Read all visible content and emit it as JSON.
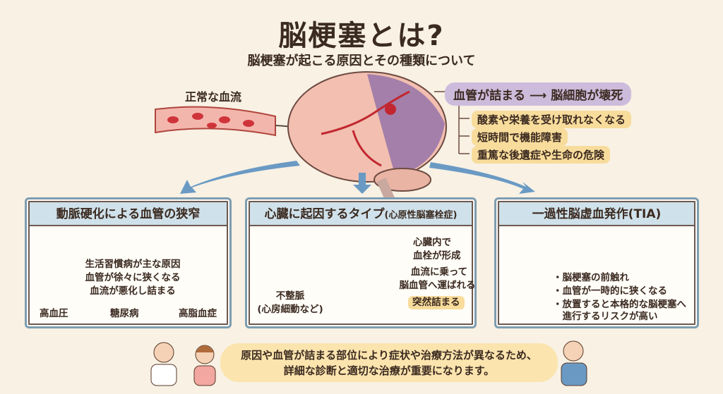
{
  "header": {
    "title": "脳梗塞とは?",
    "subtitle": "脳梗塞が起こる原因とその種類について"
  },
  "top": {
    "normal_flow_label": "正常な血流",
    "main_effect": "血管が詰まる ⟶ 脳細胞が壊死",
    "effects": [
      "酸素や栄養を受け取れなくなる",
      "短時間で機能障害",
      "重篤な後遺症や生命の危険"
    ]
  },
  "panels": [
    {
      "title": "動脈硬化による血管の狭窄",
      "lines": [
        "生活習慣病が主な原因",
        "血管が徐々に狭くなる",
        "血流が悪化し詰まる"
      ],
      "causes": [
        "高血圧",
        "糖尿病",
        "高脂血症"
      ]
    },
    {
      "title": "心臓に起因するタイプ",
      "title_note": "(心原性脳塞栓症)",
      "arrhythmia": "不整脈",
      "arrhythmia_note": "(心房細動など)",
      "clot_formed": [
        "心臓内で",
        "血栓が形成"
      ],
      "carried": [
        "血流に乗って",
        "脳血管へ運ばれる"
      ],
      "sudden": "突然詰まる"
    },
    {
      "title": "一過性脳虚血発作(TIA)",
      "bullets": [
        "・脳梗塞の前触れ",
        "・血管が一時的に狭くなる",
        "・放置すると本格的な脳梗塞へ",
        "　進行するリスクが高い"
      ]
    }
  ],
  "footer": {
    "lines": [
      "原因や血管が詰まる部位により症状や治療方法が異なるため、",
      "詳細な診断と適切な治療が重要になります。"
    ]
  },
  "colors": {
    "background": "#f8f1e4",
    "panel_header": "#cfe1ea",
    "highlight": "#f8dc9c",
    "purple": "#cdbbdc",
    "blood": "#c8323a"
  }
}
